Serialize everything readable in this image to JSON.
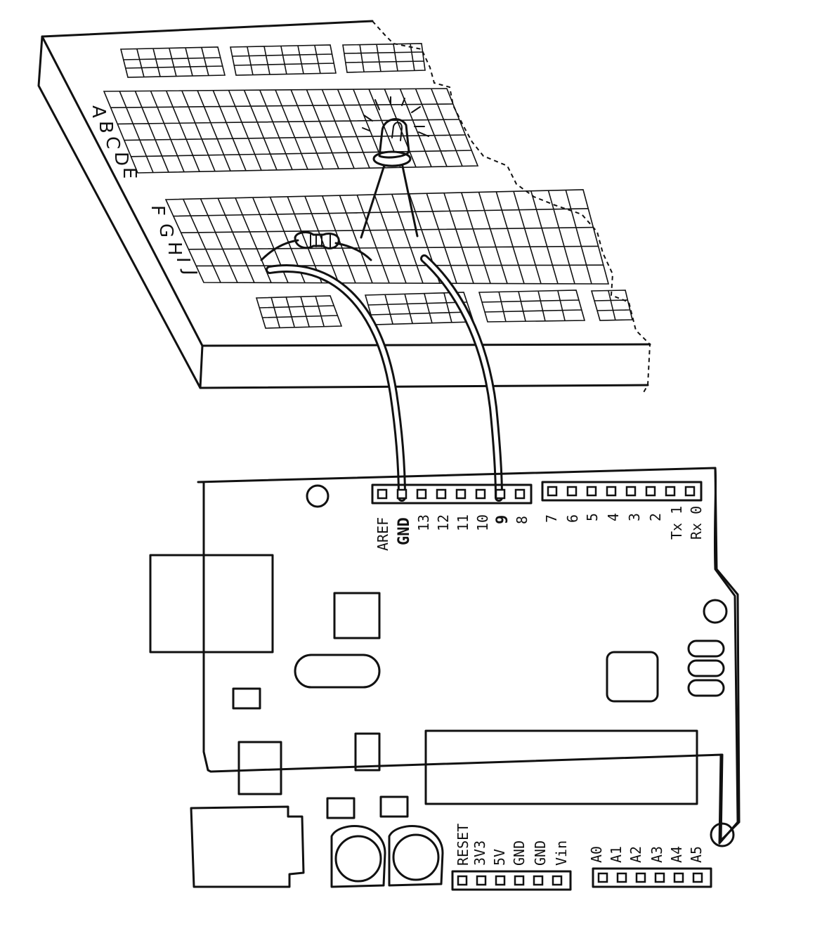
{
  "breadboard": {
    "rows_top": [
      "A",
      "B",
      "C",
      "D",
      "E"
    ],
    "rows_bottom": [
      "F",
      "G",
      "H",
      "I",
      "J"
    ]
  },
  "arduino": {
    "digital_header_a": [
      "AREF",
      "GND",
      "13",
      "12",
      "11",
      "10",
      "9",
      "8"
    ],
    "digital_header_b": [
      "7",
      "6",
      "5",
      "4",
      "3",
      "2",
      "Tx 1",
      "Rx 0"
    ],
    "power_header": [
      "RESET",
      "3V3",
      "5V",
      "GND",
      "GND",
      "Vin"
    ],
    "analog_header": [
      "A0",
      "A1",
      "A2",
      "A3",
      "A4",
      "A5"
    ],
    "highlighted_pins": [
      "GND",
      "9"
    ]
  }
}
